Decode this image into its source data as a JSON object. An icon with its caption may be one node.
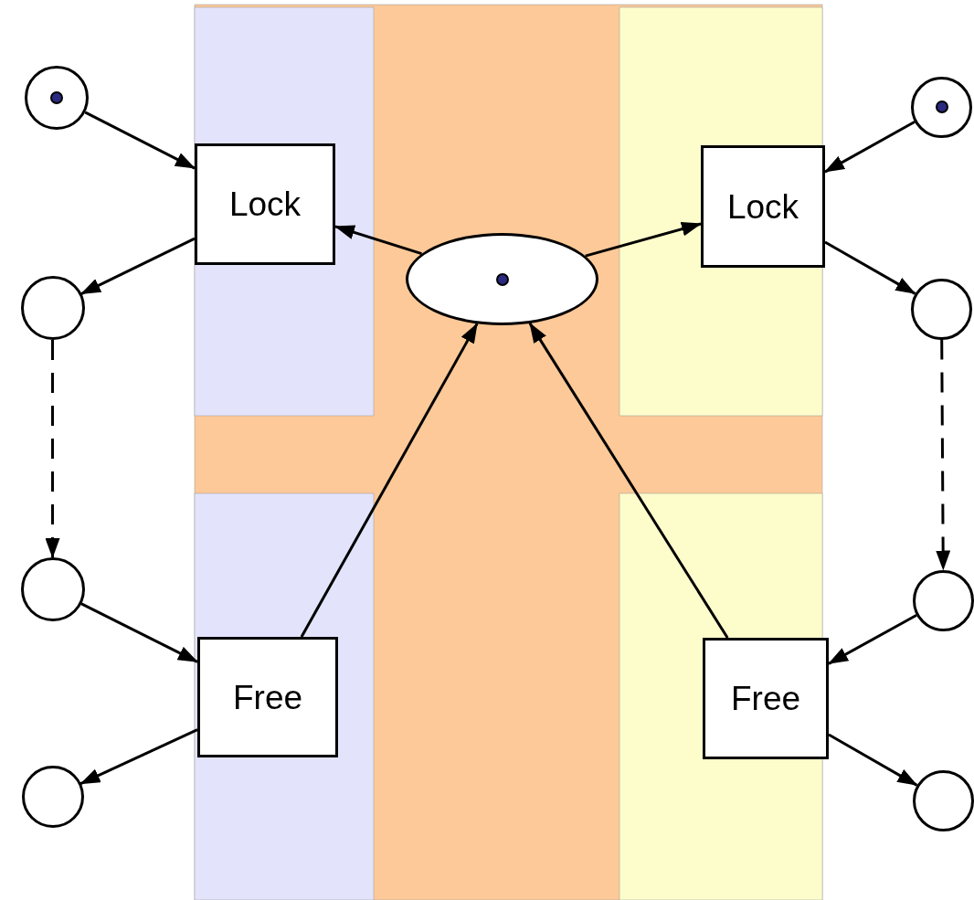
{
  "diagram": {
    "nodes": [
      {
        "text": [],
        "shape": "circle"
      },
      {
        "text": [
          "Lock"
        ]
      },
      {
        "text": [],
        "shape": "circle"
      },
      {
        "text": [],
        "shape": "circle"
      },
      {
        "text": [
          "Free"
        ]
      },
      {
        "text": [],
        "shape": "circle"
      },
      {
        "text": [],
        "shape": "ellipse"
      },
      {
        "text": [],
        "shape": "circle"
      },
      {
        "text": [
          "Lock"
        ]
      },
      {
        "text": [],
        "shape": "circle"
      },
      {
        "text": [],
        "shape": "circle"
      },
      {
        "text": [
          "Free"
        ]
      },
      {
        "text": [],
        "shape": "circle"
      }
    ],
    "edges": [
      {
        "from": 0,
        "to": 1,
        "arrow": "to"
      },
      {
        "from": 1,
        "to": 2,
        "arrow": "to"
      },
      {
        "from": 2,
        "to": 3,
        "arrow": "to",
        "style": "dashed"
      },
      {
        "from": 3,
        "to": 4,
        "arrow": "to"
      },
      {
        "from": 4,
        "to": 5,
        "arrow": "to"
      },
      {
        "from": 6,
        "to": 1,
        "arrow": "to"
      },
      {
        "from": 6,
        "to": 8,
        "arrow": "to"
      },
      {
        "from": 4,
        "to": 6,
        "arrow": "to"
      },
      {
        "from": 11,
        "to": 6,
        "arrow": "to"
      },
      {
        "from": 7,
        "to": 8,
        "arrow": "to"
      },
      {
        "from": 8,
        "to": 9,
        "arrow": "to"
      },
      {
        "from": 9,
        "to": 10,
        "arrow": "to",
        "style": "dashed"
      },
      {
        "from": 10,
        "to": 11,
        "arrow": "to"
      },
      {
        "from": 11,
        "to": 12,
        "arrow": "to"
      }
    ]
  }
}
